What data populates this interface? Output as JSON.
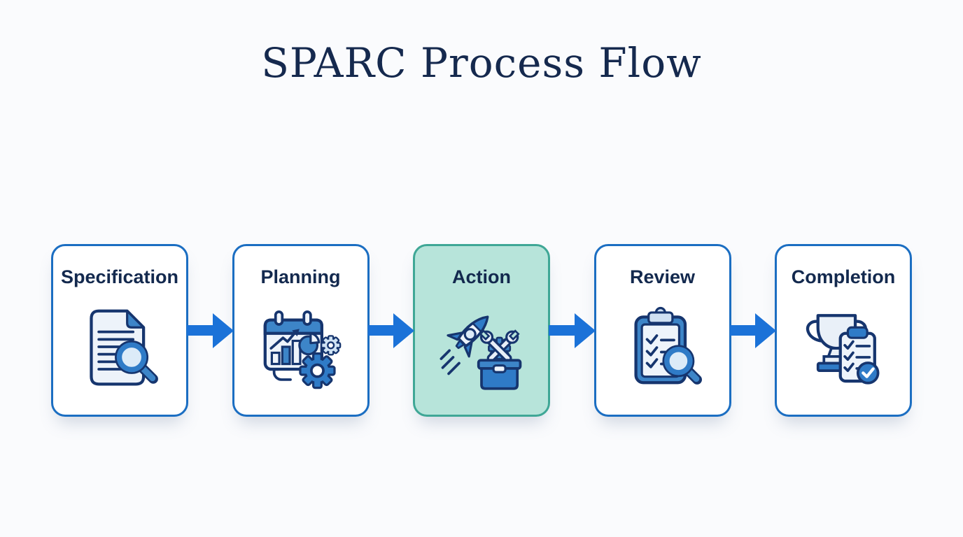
{
  "title": "SPARC Process Flow",
  "steps": [
    {
      "label": "Specification",
      "icon": "document-search-icon",
      "highlighted": false
    },
    {
      "label": "Planning",
      "icon": "calendar-charts-gears-icon",
      "highlighted": false
    },
    {
      "label": "Action",
      "icon": "rocket-toolbox-icon",
      "highlighted": true
    },
    {
      "label": "Review",
      "icon": "clipboard-checklist-magnifier-icon",
      "highlighted": false
    },
    {
      "label": "Completion",
      "icon": "trophy-checklist-icon",
      "highlighted": false
    }
  ],
  "colors": {
    "title_navy": "#15294e",
    "card_border_blue": "#1b6ec2",
    "arrow_blue": "#1b72d8",
    "highlight_fill_teal": "#b7e4da",
    "highlight_border_teal": "#3fa796",
    "icon_outline_navy": "#16356e",
    "icon_blue": "#2f7bc7",
    "icon_light_fill": "#edf3fa",
    "background": "#fafbfd"
  }
}
